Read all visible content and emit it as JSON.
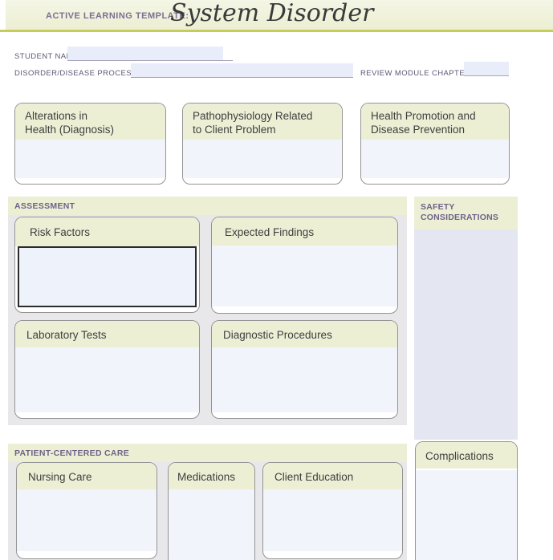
{
  "header": {
    "template_label": "ACTIVE LEARNING TEMPLATE:",
    "title": "System Disorder"
  },
  "form": {
    "student_name": {
      "label": "STUDENT NAME",
      "value": ""
    },
    "disorder": {
      "label": "DISORDER/DISEASE PROCESS",
      "value": ""
    },
    "review_module": {
      "label": "REVIEW MODULE CHAPTER",
      "value": ""
    }
  },
  "top_cards": [
    {
      "line1": "Alterations in",
      "line2": "Health (Diagnosis)",
      "value": ""
    },
    {
      "line1": "Pathophysiology Related",
      "line2": "to Client Problem",
      "value": ""
    },
    {
      "line1": "Health Promotion and",
      "line2": "Disease Prevention",
      "value": ""
    }
  ],
  "assessment": {
    "label": "ASSESSMENT",
    "cards": [
      {
        "title": "Risk Factors",
        "value": "",
        "focused": "true"
      },
      {
        "title": "Expected Findings",
        "value": ""
      },
      {
        "title": "Laboratory Tests",
        "value": ""
      },
      {
        "title": "Diagnostic Procedures",
        "value": ""
      }
    ]
  },
  "safety": {
    "line1": "SAFETY",
    "line2": "CONSIDERATIONS",
    "value": ""
  },
  "patient_centered_care": {
    "label": "PATIENT-CENTERED CARE",
    "cards": [
      {
        "title": "Nursing Care",
        "value": ""
      },
      {
        "title": "Medications",
        "value": ""
      },
      {
        "title": "Client Education",
        "value": ""
      }
    ]
  },
  "complications": {
    "title": "Complications",
    "value": ""
  },
  "colors": {
    "header_yellow": "#edefd5",
    "olive_divider": "#c6cc58",
    "purple_label": "#6f6288",
    "form_label_purple": "#5e5775",
    "field_fill": "#e8edf9",
    "field_underline": "#a7a1bb",
    "panel_gray": "#e8e8eb",
    "card_body_lavender": "#f1f4fb",
    "safety_body_lavender": "#e4e7f1",
    "card_border": "#949494",
    "focus_border": "#2b2b2b",
    "title_text": "#3a3a3a"
  }
}
